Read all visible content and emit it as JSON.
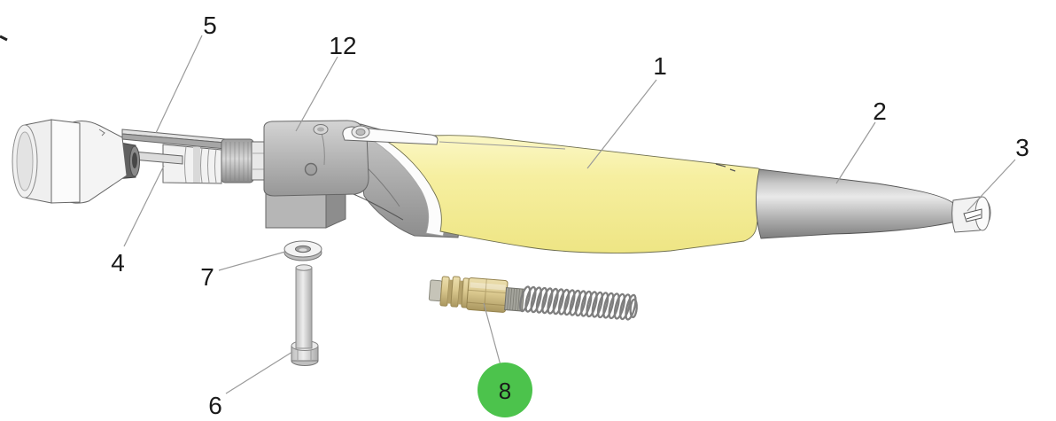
{
  "diagram": {
    "type": "exploded-parts-diagram",
    "background_color": "#ffffff",
    "highlight": {
      "color": "#4cc34c",
      "callout": "8"
    },
    "colors": {
      "body_yellow": "#f5efa0",
      "metal_gray": "#b5b5b5",
      "brass": "#d9c78d",
      "label_text": "#1a1a1a",
      "leader_line": "#9a9a9a"
    },
    "callouts": [
      {
        "number": "5",
        "highlighted": false
      },
      {
        "number": "12",
        "highlighted": false
      },
      {
        "number": "1",
        "highlighted": false
      },
      {
        "number": "2",
        "highlighted": false
      },
      {
        "number": "3",
        "highlighted": false
      },
      {
        "number": "4",
        "highlighted": false
      },
      {
        "number": "7",
        "highlighted": false
      },
      {
        "number": "6",
        "highlighted": false
      },
      {
        "number": "8",
        "highlighted": true
      }
    ]
  }
}
